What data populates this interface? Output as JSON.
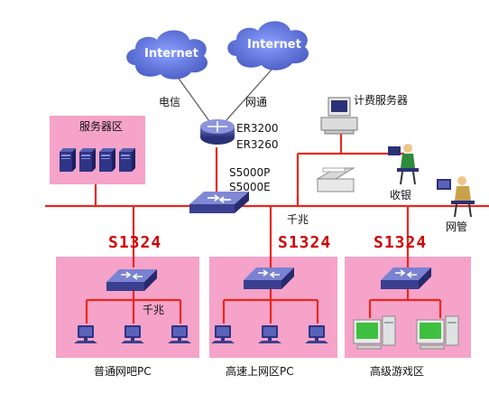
{
  "clouds": [
    {
      "label": "Internet"
    },
    {
      "label": "Internet"
    }
  ],
  "isp": {
    "left": "电信",
    "right": "网通"
  },
  "router": {
    "model1": "ER3200",
    "model2": "ER3260"
  },
  "core_switch": {
    "model1": "S5000P",
    "model2": "S5000E"
  },
  "server_zone": {
    "label": "服务器区"
  },
  "billing_server": {
    "label": "计费服务器"
  },
  "cashier": {
    "label": "收银"
  },
  "admin": {
    "label": "网管"
  },
  "backbone_speed": "千兆",
  "zones": [
    {
      "switch": "S1324",
      "label": "普通网吧PC",
      "speed": "千兆"
    },
    {
      "switch": "S1324",
      "label": "高速上网区PC"
    },
    {
      "switch": "S1324",
      "label": "高级游戏区"
    }
  ],
  "colors": {
    "line": "#e8281f",
    "zone": "#f5a3c8",
    "device": "#3a3f8f",
    "cloud": "#5a6fd0"
  }
}
